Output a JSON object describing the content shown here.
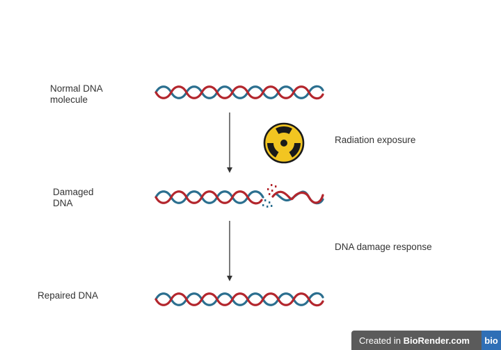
{
  "labels": {
    "normal": "Normal DNA\nmolecule",
    "damaged": "Damaged\nDNA",
    "repaired": "Repaired DNA",
    "radiation": "Radiation exposure",
    "response": "DNA damage response"
  },
  "watermark": {
    "prefix": "Created in ",
    "brand": "BioRender.com",
    "logo": "bio"
  },
  "colors": {
    "strand_red": "#b3262d",
    "strand_blue": "#2b6f8f",
    "arrow": "#333333",
    "hazard_yellow": "#f2c521",
    "hazard_black": "#1a1a1a"
  },
  "icons": {
    "radiation": "radiation-hazard-icon"
  }
}
